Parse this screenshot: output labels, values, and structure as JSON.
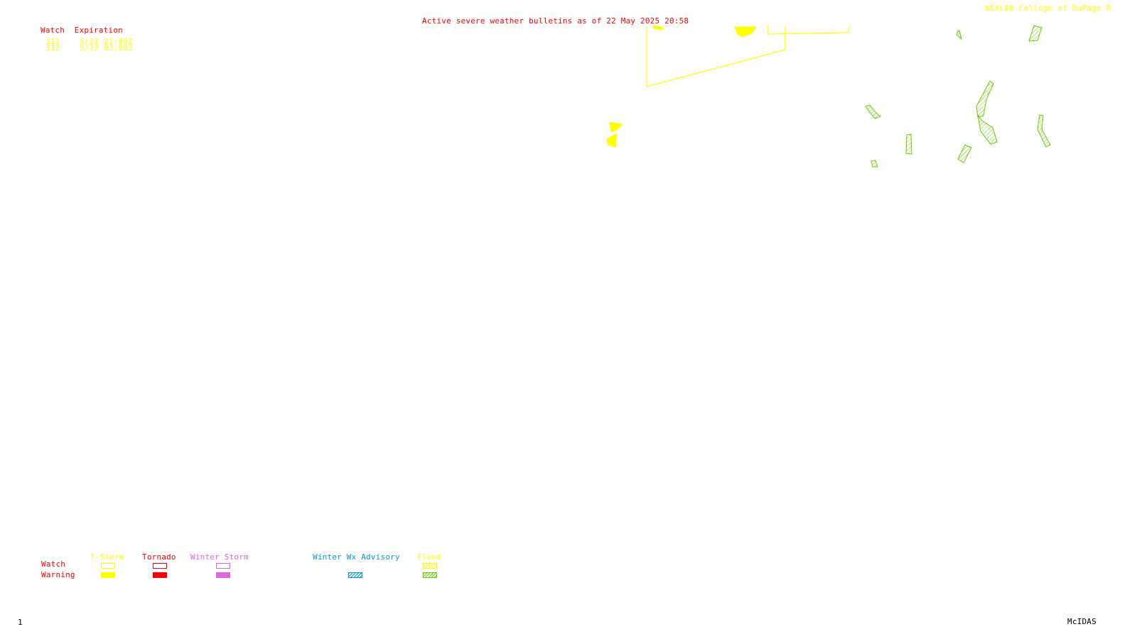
{
  "title": "Active severe weather bulletins as of 22 May 2025 20:58",
  "credit": "NEXLAB-College of DuPage R",
  "footer": {
    "left": "1",
    "right": "McIDAS"
  },
  "watch_table": {
    "header": "Watch  Expiration",
    "rows": [
      {
        "id": "311",
        "exp": "5/22 21:00Z"
      },
      {
        "id": "312",
        "exp": "5/23 03:00Z"
      }
    ]
  },
  "legend": {
    "row_watch": "Watch",
    "row_warning": "Warning",
    "categories": [
      {
        "name": "T-Storm",
        "color": "#ffff00",
        "watch": "outline",
        "warning": "filled"
      },
      {
        "name": "Tornado",
        "color": "#ff0000",
        "watch": "outline",
        "warning": "filled"
      },
      {
        "name": "Winter Storm",
        "color": "#dd66dd",
        "watch": "outline",
        "warning": "filled"
      },
      {
        "name": "Winter Wx Advisory",
        "color": "#0099dd",
        "watch": null,
        "warning": "hatched"
      },
      {
        "name": "Flood",
        "color": "#ffff00",
        "color2": "#66cc00",
        "watch": "hatched",
        "warning": "hatched"
      }
    ]
  },
  "colors": {
    "title": "#ff0000",
    "credit": "#ffff00",
    "tstorm": "#ffff00",
    "flood": "#66cc00"
  }
}
